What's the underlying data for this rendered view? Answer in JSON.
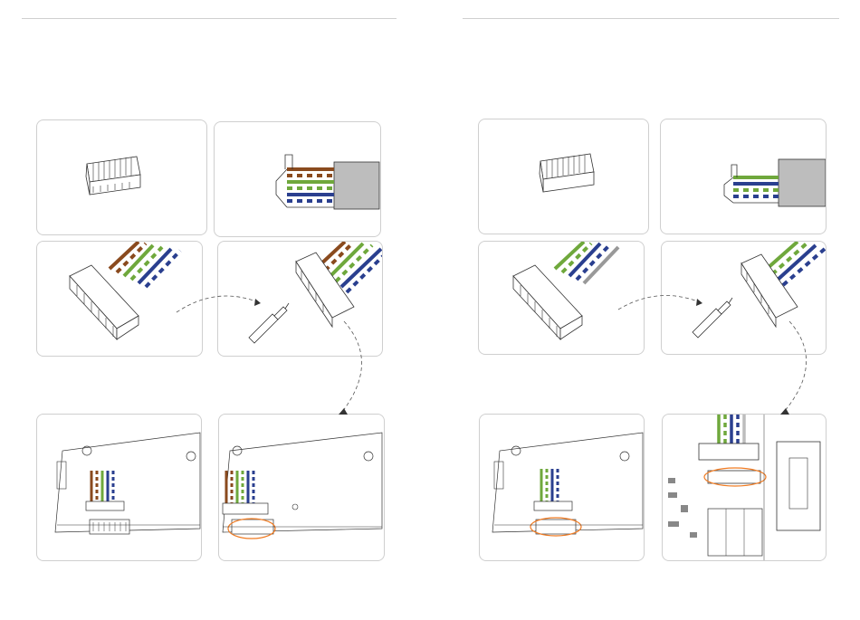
{
  "colors": {
    "brown": "#8a4a1e",
    "green": "#6fa83c",
    "blue": "#2a3f8f",
    "orange": "#f07b22",
    "stroke": "#333333",
    "gray": "#bdbdbd",
    "dash": "#555555"
  },
  "pages": [
    {
      "name": "left",
      "wires": [
        "brown",
        "striped-brown",
        "green",
        "striped-green",
        "blue",
        "striped-blue",
        "white"
      ]
    },
    {
      "name": "right",
      "wires": [
        "green",
        "striped-green",
        "blue",
        "striped-blue",
        "white"
      ]
    }
  ],
  "icons": [
    "terminal-block-icon",
    "stripped-cable-icon",
    "screwdriver-icon",
    "circuit-board-icon"
  ]
}
